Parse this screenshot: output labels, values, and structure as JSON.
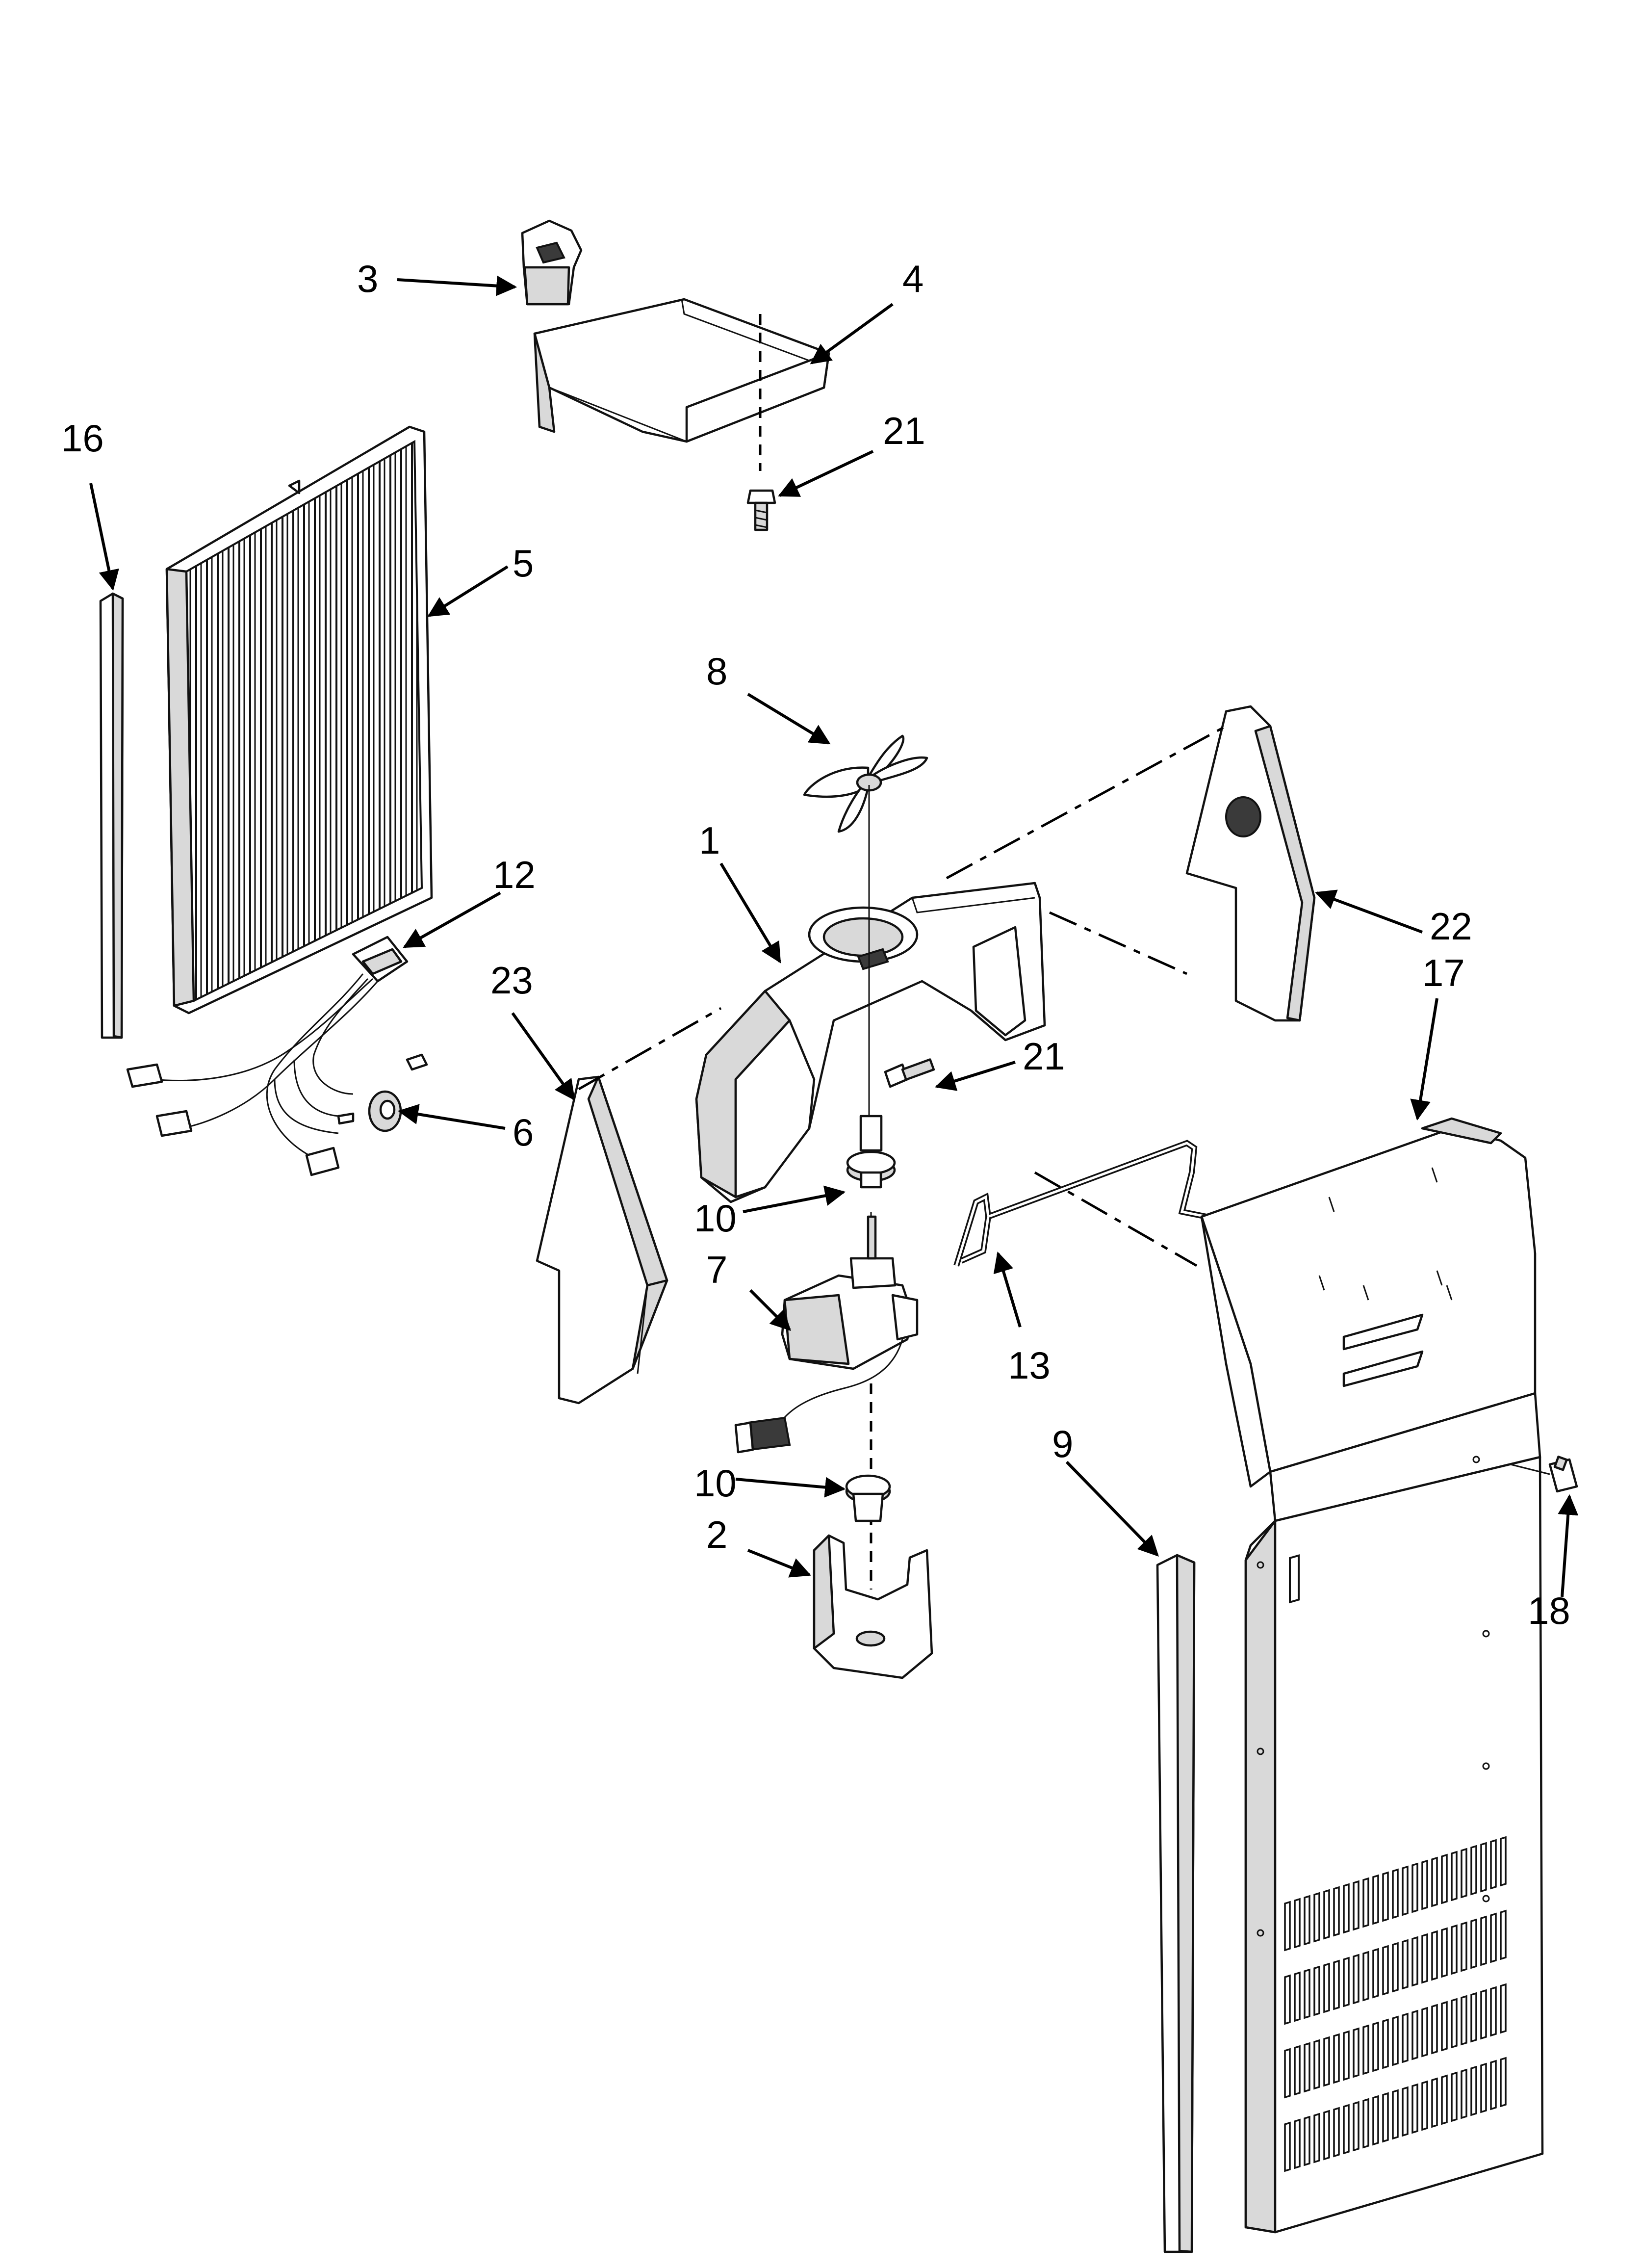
{
  "callouts": {
    "c1": "1",
    "c2": "2",
    "c3": "3",
    "c4": "4",
    "c5": "5",
    "c6": "6",
    "c7": "7",
    "c8": "8",
    "c9": "9",
    "c10a": "10",
    "c10b": "10",
    "c12": "12",
    "c13": "13",
    "c16": "16",
    "c17": "17",
    "c18": "18",
    "c21a": "21",
    "c21b": "21",
    "c22": "22",
    "c23": "23"
  }
}
